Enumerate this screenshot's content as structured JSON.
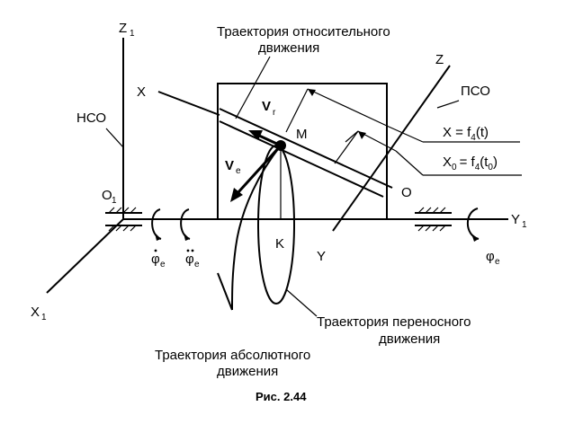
{
  "labels": {
    "z1": "Z",
    "z1_sub": "1",
    "nso": "НСО",
    "o1": "O",
    "o1_sub": "1",
    "x1": "X",
    "x1_sub": "1",
    "y1": "Y",
    "y1_sub": "1",
    "x_axis": "X",
    "y_axis": "Y",
    "z_axis": "Z",
    "pso": "ПСО",
    "o": "O",
    "m": "M",
    "k": "K",
    "vr": "V",
    "vr_sub": "r",
    "ve": "V",
    "ve_sub": "e",
    "phi_e": "φ",
    "phi_e_sub": "e",
    "phi_dot": "φ",
    "phi_dot_sub": "e",
    "phi_ddot": "φ",
    "phi_ddot_sub": "e",
    "eq1_a": "X = f",
    "eq1_sub": "4",
    "eq1_b": "(t)",
    "eq2_a": "X",
    "eq2_sub0": "0",
    "eq2_b": "= f",
    "eq2_sub": "4",
    "eq2_c": "(t",
    "eq2_sub2": "0",
    "eq2_d": ")"
  },
  "captions": {
    "relative_1": "Траектория относительного",
    "relative_2": "движения",
    "transport_1": "Траектория переносного",
    "transport_2": "движения",
    "absolute_1": "Траектория абсолютного",
    "absolute_2": "движения",
    "figure": "Рис. 2.44"
  }
}
